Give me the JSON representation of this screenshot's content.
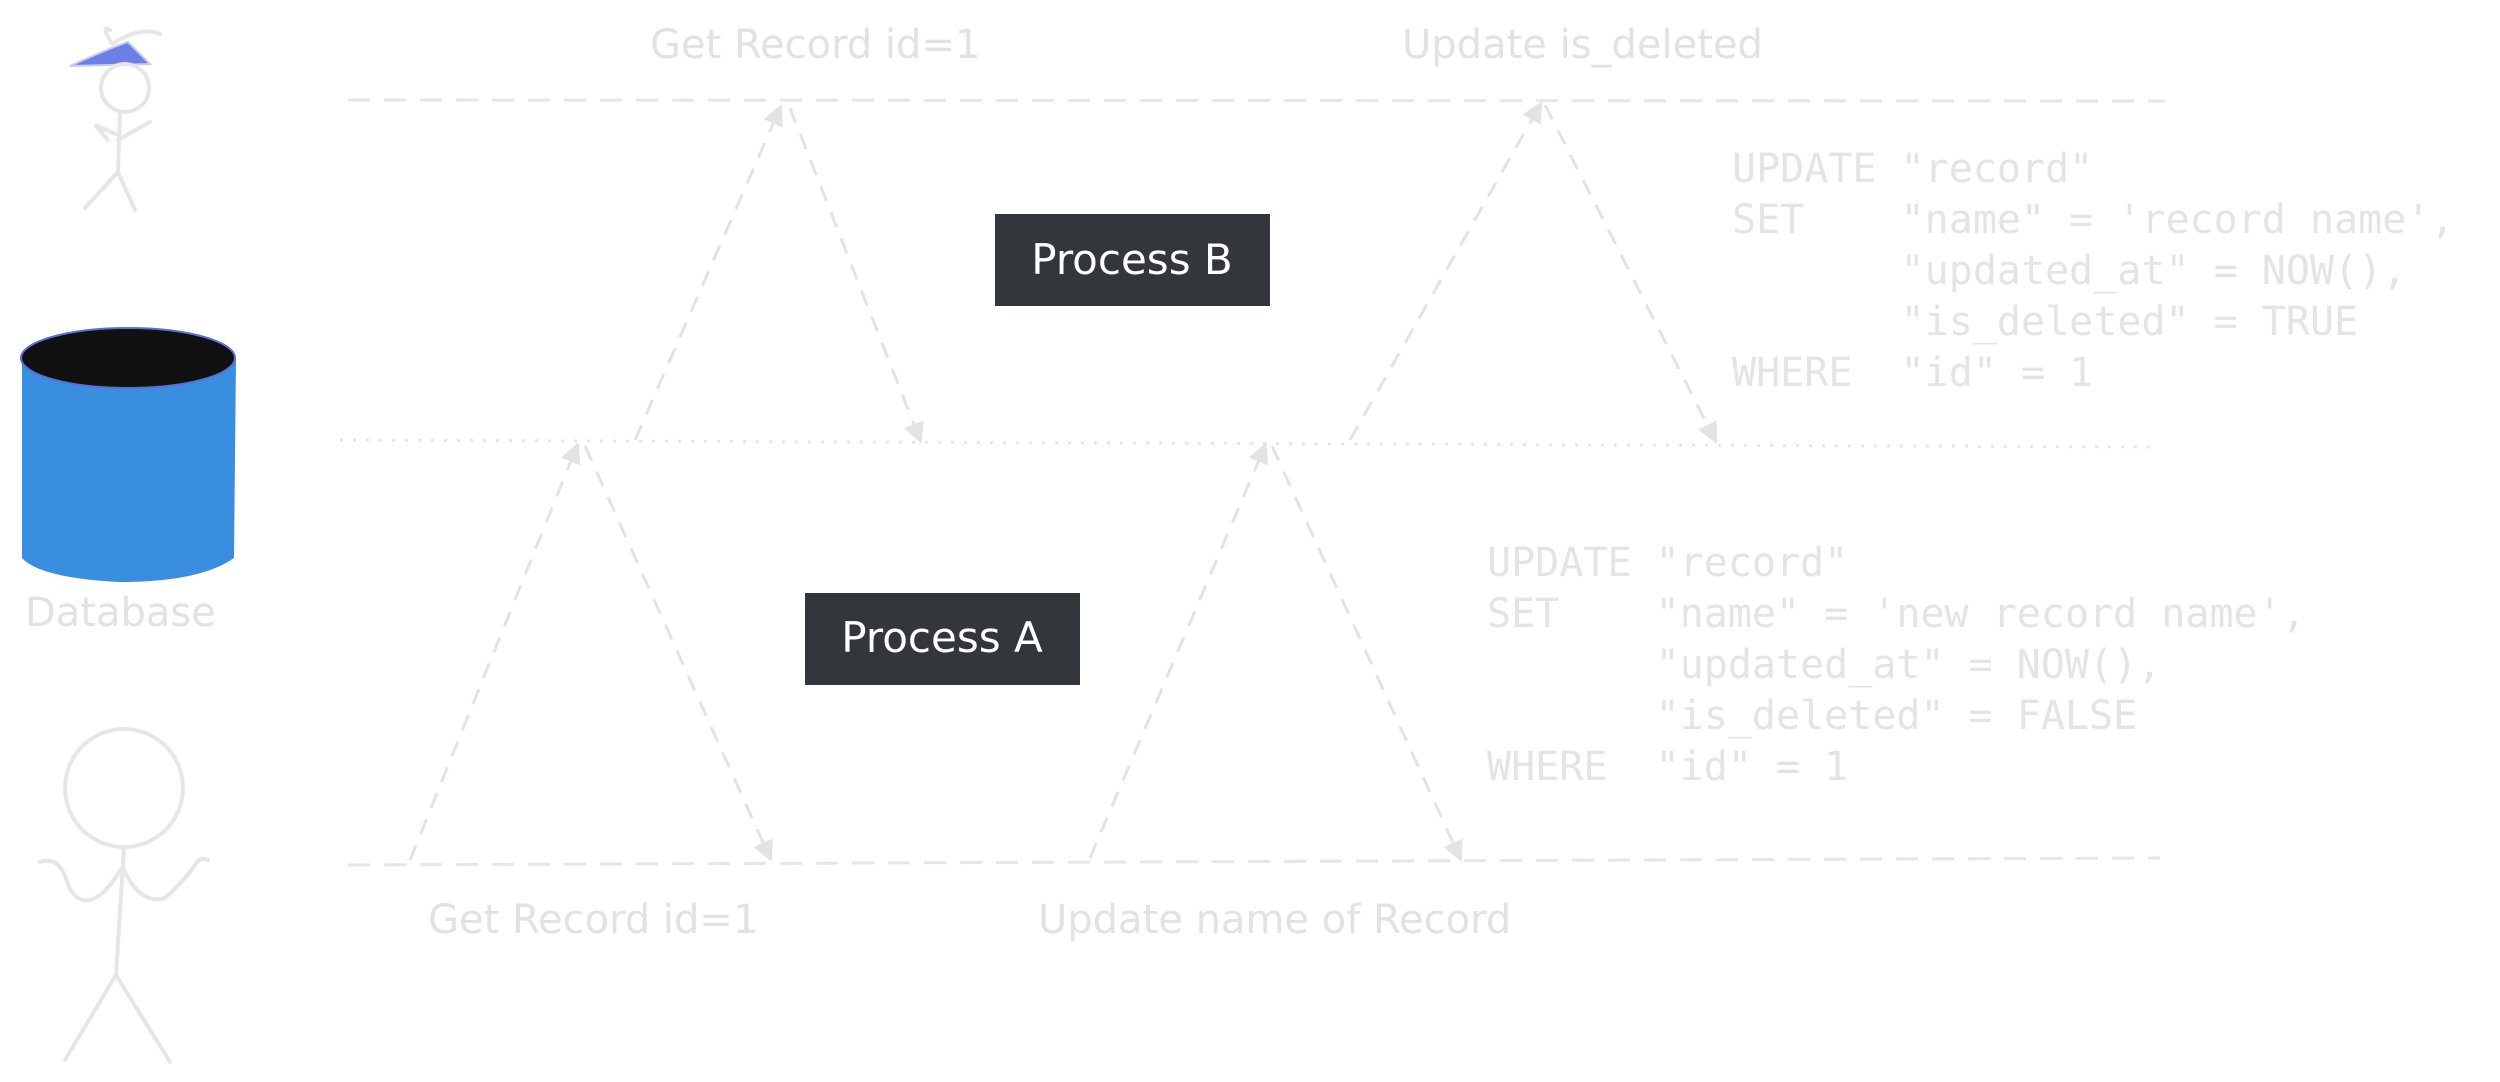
{
  "actors": {
    "top_user": {
      "icon": "stick-figure-propeller-hat-icon"
    },
    "database": {
      "icon": "database-cylinder-icon",
      "label": "Database",
      "body_color": "#3a8ee0",
      "top_color": "#111111"
    },
    "bottom_user": {
      "icon": "stick-figure-shrugging-icon"
    }
  },
  "processes": {
    "b": {
      "label": "Process B",
      "box_color": "#33373c"
    },
    "a": {
      "label": "Process A",
      "box_color": "#33373c"
    }
  },
  "step_labels": {
    "b_get": "Get Record id=1",
    "b_update": "Update is_deleted",
    "a_get": "Get Record id=1",
    "a_update": "Update name of Record"
  },
  "sql_b": {
    "lines": [
      "UPDATE \"record\"",
      "SET    \"name\" = 'record name',",
      "       \"updated_at\" = NOW(),",
      "       \"is_deleted\" = TRUE",
      "WHERE  \"id\" = 1"
    ]
  },
  "sql_a": {
    "lines": [
      "UPDATE \"record\"",
      "SET    \"name\" = 'new record name',",
      "       \"updated_at\" = NOW(),",
      "       \"is_deleted\" = FALSE",
      "WHERE  \"id\" = 1"
    ]
  },
  "colors": {
    "accent_hat": "#6b7fe6",
    "line": "#e3e3e3"
  }
}
